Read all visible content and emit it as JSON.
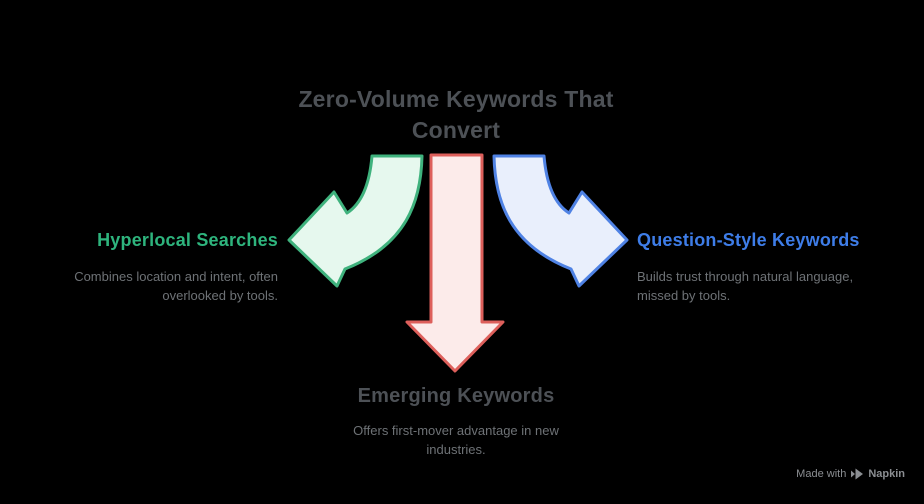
{
  "title": {
    "lines": [
      "Zero-Volume Keywords That",
      "Convert"
    ]
  },
  "branches": {
    "left": {
      "heading": "Hyperlocal Searches",
      "description_lines": [
        "Combines location and intent, often",
        "overlooked by tools."
      ],
      "accent_color": "#2eb47d",
      "arrow_stroke": "#3fb27d",
      "arrow_fill": "#e6f8ee"
    },
    "bottom": {
      "heading": "Emerging Keywords",
      "description_lines": [
        "Offers first-mover advantage in new",
        "industries."
      ],
      "accent_color": "#4d5156",
      "arrow_stroke": "#dd5f5b",
      "arrow_fill": "#fcebea"
    },
    "right": {
      "heading": "Question-Style Keywords",
      "description_lines": [
        "Builds trust through natural language,",
        "missed by tools."
      ],
      "accent_color": "#3e7de8",
      "arrow_stroke": "#4f82e4",
      "arrow_fill": "#e9effc"
    }
  },
  "watermark": {
    "text_prefix": "Made with",
    "brand": "Napkin",
    "color": "#8b8e92"
  },
  "colors": {
    "background": "#000000",
    "title_text": "#4d5156",
    "body_text": "#6e7276"
  }
}
